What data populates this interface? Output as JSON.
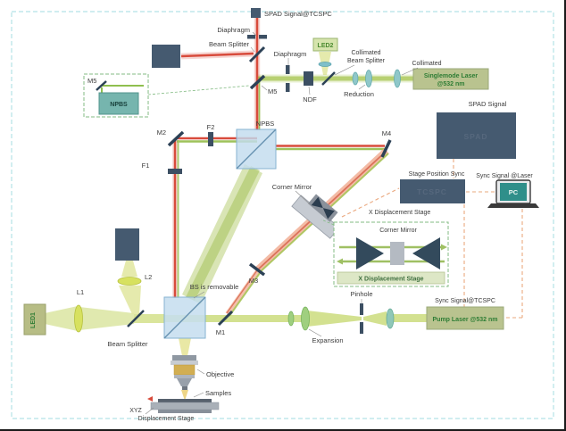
{
  "figure": {
    "kind": "optical-setup-diagram"
  },
  "colors": {
    "frame_dash": "#b5e2e6",
    "beam_green": "#b5ce6d",
    "beam_yellow": "#e2e8a4",
    "beam_red": "#d84b3c",
    "beam_salmon": "#ef9f80",
    "dark_box": "#455a70",
    "laser_box": "#b9c38f",
    "laser_text": "#2e7d35",
    "cube_fill": "#c2dcee",
    "mirror": "#2c4156",
    "inset_border": "#83bb83",
    "sync_dash": "#eaa87e",
    "pc_screen": "#2f8f8a"
  },
  "labels": {
    "spad_signal_tcspc": "SPAD Signal@TCSPC",
    "diaphragm_top": "Diaphragm",
    "beam_splitter_top": "Beam Splitter",
    "diaphragm_mid": "Diaphragm",
    "led2": "LED2",
    "collimated_bs_line1": "Collimated",
    "collimated_bs_line2": "Beam Splitter",
    "collimated": "Collimated",
    "singlemode_line1": "Singlemode Laser",
    "singlemode_line2": "@532 nm",
    "inset_m5": "M5",
    "inset_npbs": "NPBS",
    "m5": "M5",
    "ndf": "NDF",
    "reduction": "Reduction",
    "spad_signal": "SPAD Signal",
    "spad_box": "SPAD",
    "m2": "M2",
    "f2": "F2",
    "npbs": "NPBS",
    "m4": "M4",
    "f1": "F1",
    "corner_mirror": "Corner Mirror",
    "x_displacement_stage": "X Displacement Stage",
    "stage_position_sync": "Stage Position Sync",
    "tcspc_box": "TCSPC",
    "sync_signal_laser": "Sync Signal @Laser",
    "pc": "PC",
    "m3": "M3",
    "inset_corner_mirror": "Corner Mirror",
    "inset_x_displacement_stage": "X Displacement Stage",
    "pinhole": "Pinhole",
    "sync_signal_tcspc": "Sync Signal@TCSPC",
    "pump_laser": "Pump Laser @532 nm",
    "l2": "L2",
    "bs_removable": "BS is removable",
    "l1": "L1",
    "led1": "LED1",
    "beam_splitter_bottom": "Beam Splitter",
    "m1": "M1",
    "expansion": "Expansion",
    "objective": "Objective",
    "samples": "Samples",
    "xyz_line1": "XYZ",
    "xyz_line2": "Displacement Stage"
  }
}
